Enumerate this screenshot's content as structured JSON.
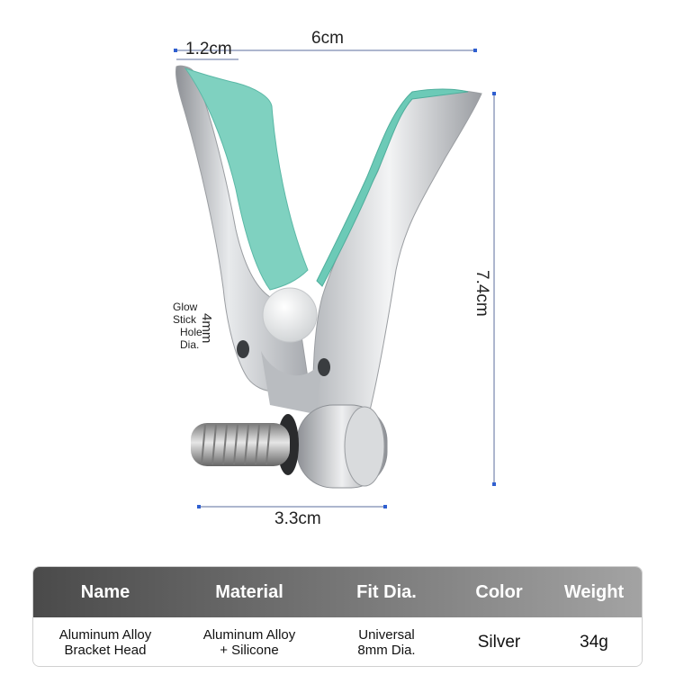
{
  "dimensions": {
    "top_width": "6cm",
    "arm_width": "1.2cm",
    "height": "7.4cm",
    "hole_dia": "4mm",
    "base_width": "3.3cm",
    "glow_label_lines": [
      "Glow",
      "Stick",
      "Hole",
      "Dia."
    ]
  },
  "spec_table": {
    "headers": [
      "Name",
      "Material",
      "Fit Dia.",
      "Color",
      "Weight"
    ],
    "row": [
      "Aluminum Alloy\nBracket Head",
      "Aluminum Alloy\n+ Silicone",
      "Universal\n8mm Dia.",
      "Silver",
      "34g"
    ]
  },
  "colors": {
    "silicone": "#7fd1c0",
    "metal": "#c9ccd0",
    "dimension_line": "#3a6fd8"
  }
}
